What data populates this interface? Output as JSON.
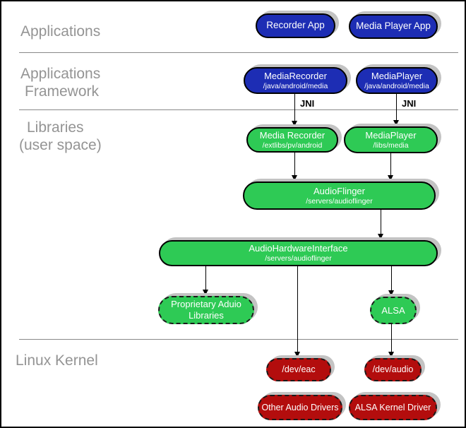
{
  "colors": {
    "blue": "#1d2db4",
    "green": "#2eca55",
    "red": "#b30d0d",
    "shadow": "#c3c3c3",
    "section_label": "#949494",
    "separator": "#888888"
  },
  "sections": {
    "applications": "Applications",
    "framework_line1": "Applications",
    "framework_line2": "Framework",
    "libraries_line1": "Libraries",
    "libraries_line2": "(user space)",
    "kernel": "Linux Kernel"
  },
  "connector_labels": {
    "jni": "JNI"
  },
  "nodes": {
    "recorder_app": {
      "title": "Recorder App"
    },
    "media_player_app": {
      "title": "Media Player App"
    },
    "mediarecorder_fw": {
      "title": "MediaRecorder",
      "subtitle": "/java/android/media"
    },
    "mediaplayer_fw": {
      "title": "MediaPlayer",
      "subtitle": "/java/android/media"
    },
    "media_recorder_lib": {
      "title": "Media Recorder",
      "subtitle": "/extlibs/pv/android"
    },
    "mediaplayer_lib": {
      "title": "MediaPlayer",
      "subtitle": "/libs/media"
    },
    "audioflinger": {
      "title": "AudioFlinger",
      "subtitle": "/servers/audioflinger"
    },
    "audio_hardware_interface": {
      "title": "AudioHardwareInterface",
      "subtitle": "/servers/audioflinger"
    },
    "proprietary_audio_libraries": {
      "line1": "Proprietary Aduio",
      "line2": "Libraries"
    },
    "alsa": {
      "title": "ALSA"
    },
    "dev_eac": {
      "title": "/dev/eac"
    },
    "dev_audio": {
      "title": "/dev/audio"
    },
    "other_audio_drivers": {
      "title": "Other Audio Drivers"
    },
    "alsa_kernel_driver": {
      "title": "ALSA Kernel Driver"
    }
  }
}
